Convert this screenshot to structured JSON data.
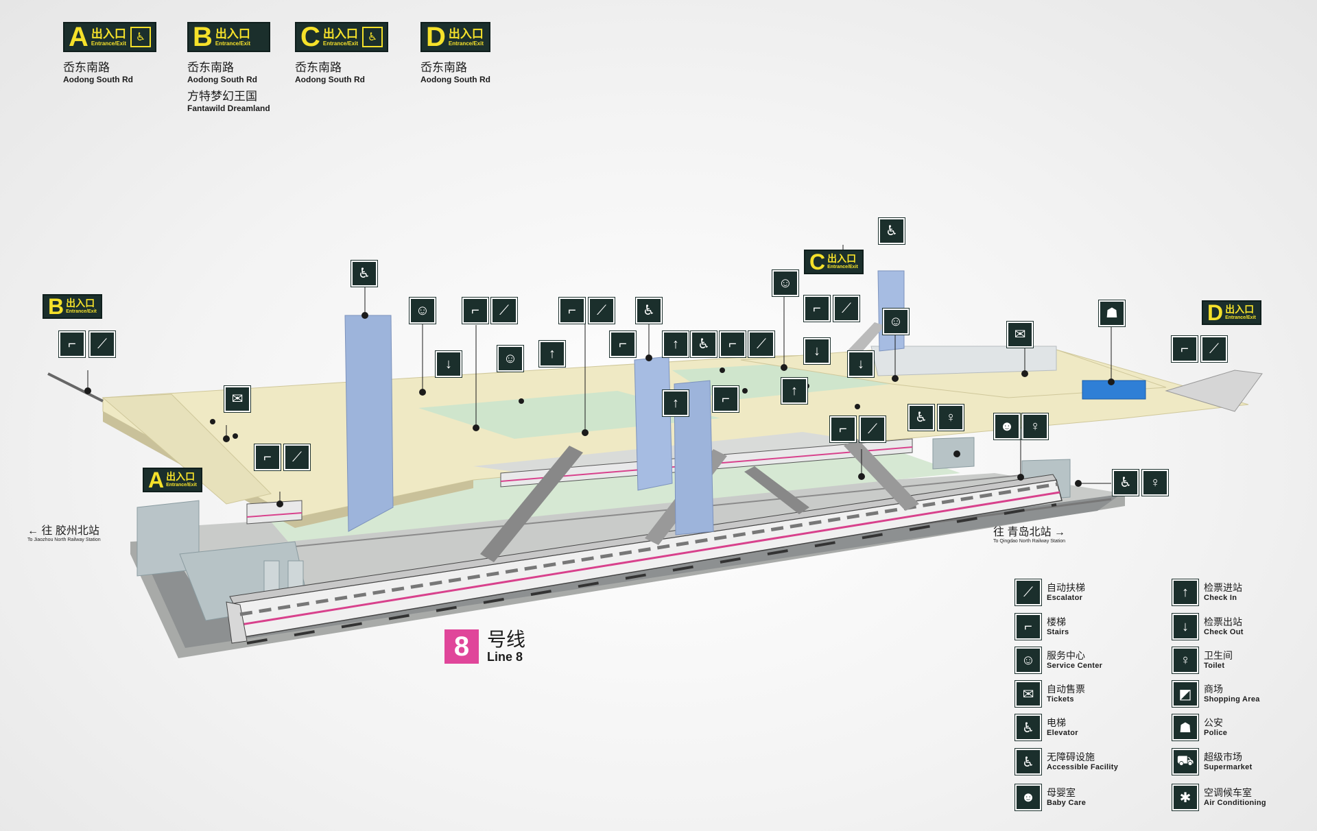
{
  "exits_top": [
    {
      "letter": "A",
      "cn": "出入口",
      "en": "Entrance/Exit",
      "has_elevator": true,
      "dest_cn": "岙东南路",
      "dest_en": "Aodong South Rd"
    },
    {
      "letter": "B",
      "cn": "出入口",
      "en": "Entrance/Exit",
      "has_elevator": false,
      "dest_cn": "岙东南路",
      "dest_en": "Aodong South Rd",
      "dest2_cn": "方特梦幻王国",
      "dest2_en": "Fantawild Dreamland"
    },
    {
      "letter": "C",
      "cn": "出入口",
      "en": "Entrance/Exit",
      "has_elevator": true,
      "dest_cn": "岙东南路",
      "dest_en": "Aodong South Rd"
    },
    {
      "letter": "D",
      "cn": "出入口",
      "en": "Entrance/Exit",
      "has_elevator": false,
      "dest_cn": "岙东南路",
      "dest_en": "Aodong South Rd"
    }
  ],
  "map_exits": [
    {
      "letter": "B",
      "cn": "出入口",
      "en": "Entrance/Exit"
    },
    {
      "letter": "A",
      "cn": "出入口",
      "en": "Entrance/Exit"
    },
    {
      "letter": "C",
      "cn": "出入口",
      "en": "Entrance/Exit"
    },
    {
      "letter": "D",
      "cn": "出入口",
      "en": "Entrance/Exit"
    }
  ],
  "directions": {
    "left": {
      "cn": "往 胶州北站",
      "en": "To Jiaozhou North Railway Station",
      "arrow": "←"
    },
    "right": {
      "cn": "往 青岛北站",
      "en": "To Qingdao North Railway Station",
      "arrow": "→"
    }
  },
  "line": {
    "number": "8",
    "cn": "号线",
    "en": "Line 8",
    "color": "#e0469a"
  },
  "legend": [
    {
      "icon": "escalator-icon",
      "glyph": "⟋",
      "cn": "自动扶梯",
      "en": "Escalator"
    },
    {
      "icon": "stairs-icon",
      "glyph": "⌐",
      "cn": "楼梯",
      "en": "Stairs"
    },
    {
      "icon": "service-center-icon",
      "glyph": "☺",
      "cn": "服务中心",
      "en": "Service Center"
    },
    {
      "icon": "tickets-icon",
      "glyph": "✉",
      "cn": "自动售票",
      "en": "Tickets"
    },
    {
      "icon": "elevator-icon",
      "glyph": "♿",
      "cn": "电梯",
      "en": "Elevator"
    },
    {
      "icon": "accessible-facility-icon",
      "glyph": "♿",
      "cn": "无障碍设施",
      "en": "Accessible Facility"
    },
    {
      "icon": "baby-care-icon",
      "glyph": "☻",
      "cn": "母婴室",
      "en": "Baby Care"
    },
    {
      "icon": "check-in-icon",
      "glyph": "↑",
      "cn": "检票进站",
      "en": "Check In"
    },
    {
      "icon": "check-out-icon",
      "glyph": "↓",
      "cn": "检票出站",
      "en": "Check Out"
    },
    {
      "icon": "toilet-icon",
      "glyph": "♀",
      "cn": "卫生间",
      "en": "Toilet"
    },
    {
      "icon": "shopping-area-icon",
      "glyph": "◩",
      "cn": "商场",
      "en": "Shopping Area"
    },
    {
      "icon": "police-icon",
      "glyph": "☗",
      "cn": "公安",
      "en": "Police"
    },
    {
      "icon": "supermarket-icon",
      "glyph": "⛟",
      "cn": "超级市场",
      "en": "Supermarket"
    },
    {
      "icon": "air-conditioning-icon",
      "glyph": "✱",
      "cn": "空调候车室",
      "en": "Air Conditioning"
    }
  ],
  "colors": {
    "sign_bg": "#1b2f2c",
    "sign_text": "#f5e12a",
    "concourse": "#efe9c4",
    "platform_green": "#cfe5cc",
    "elevator_shaft": "#9db4db",
    "police_box": "#2f7fd6",
    "train_stripe": "#d8418c"
  }
}
